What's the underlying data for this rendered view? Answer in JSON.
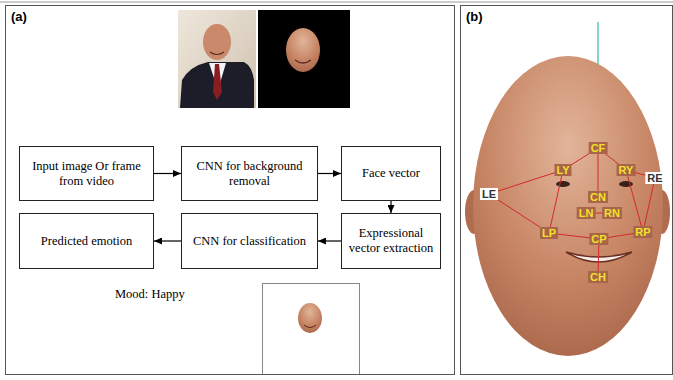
{
  "diagram": {
    "nodes": [
      {
        "text": [
          "(a)"
        ]
      },
      {
        "text": [
          "Input image Or frame from video"
        ],
        "in": 0
      },
      {
        "text": [
          "CNN for background removal"
        ],
        "in": 0
      },
      {
        "text": [
          "Face vector"
        ],
        "in": 0
      },
      {
        "text": [
          "Expressional vector extraction"
        ],
        "in": 0
      },
      {
        "text": [
          "CNN for classification"
        ],
        "in": 0
      },
      {
        "text": [
          "Predicted emotion"
        ],
        "in": 0
      },
      {
        "text": [
          "(b)"
        ]
      }
    ],
    "edges": [
      {
        "from": 1,
        "to": 2,
        "arrow": "to"
      },
      {
        "from": 2,
        "to": 3,
        "arrow": "to"
      },
      {
        "from": 3,
        "to": 4,
        "arrow": "to"
      },
      {
        "from": 4,
        "to": 5,
        "arrow": "to"
      },
      {
        "from": 5,
        "to": 6,
        "arrow": "to"
      }
    ],
    "labels": [
      "Mood: Happy",
      "CF",
      "LY",
      "RY",
      "LE",
      "RE",
      "CN",
      "LN",
      "RN",
      "LP",
      "CP",
      "RP",
      "CH"
    ]
  }
}
